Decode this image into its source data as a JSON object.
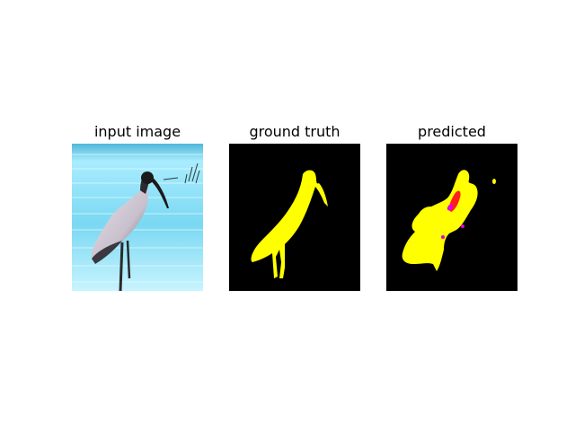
{
  "panels": [
    {
      "title": "input image"
    },
    {
      "title": "ground truth"
    },
    {
      "title": "predicted"
    }
  ],
  "colors": {
    "background_mask": "#000000",
    "ground_truth_class": "#ffff00",
    "predicted_main_class": "#ffff00",
    "predicted_other_class_magenta": "#e100e1",
    "predicted_other_class_red": "#ff1e1e",
    "water_light": "#b8f0ff",
    "water_mid": "#6fd6f0",
    "bird_dark": "#1c1c1c",
    "bird_light": "#d8d2dc"
  },
  "icons": [
    "stork-photo",
    "ground-truth-mask",
    "predicted-mask"
  ]
}
